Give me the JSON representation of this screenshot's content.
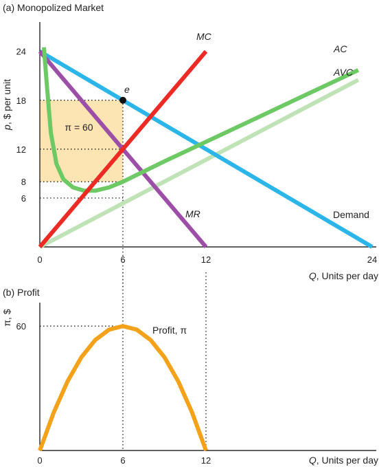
{
  "chart_data": [
    {
      "type": "line",
      "title": "(a) Monopolized Market",
      "xlabel": {
        "var": "Q",
        "rest": ", Units per day"
      },
      "ylabel": {
        "var": "p",
        "rest": ", $ per unit"
      },
      "xlim": [
        0,
        24
      ],
      "ylim": [
        0,
        26
      ],
      "xticks": [
        0,
        6,
        12,
        24
      ],
      "yticks": [
        6,
        8,
        12,
        18,
        24
      ],
      "colors": {
        "demand": "#2bb5e8",
        "mc": "#ee2a24",
        "mr": "#9d4fa8",
        "ac": "#6cc964",
        "avc": "#bfe3b6",
        "profit_area": "#fde4b3",
        "equilibrium": "#111111"
      },
      "series": [
        {
          "name": "Demand",
          "color_key": "demand",
          "points": [
            [
              0,
              24
            ],
            [
              24,
              0
            ]
          ]
        },
        {
          "name": "MC",
          "color_key": "mc",
          "points": [
            [
              0,
              0
            ],
            [
              12,
              24
            ]
          ]
        },
        {
          "name": "MR",
          "color_key": "mr",
          "points": [
            [
              0,
              24
            ],
            [
              12,
              0
            ]
          ]
        },
        {
          "name": "AC",
          "color_key": "ac",
          "points": [
            [
              0.3,
              24.5
            ],
            [
              0.5,
              20
            ],
            [
              0.8,
              14
            ],
            [
              1.2,
              10.2
            ],
            [
              1.7,
              8.3
            ],
            [
              2.4,
              7.3
            ],
            [
              3.2,
              6.9
            ],
            [
              4,
              6.9
            ],
            [
              5,
              7.3
            ],
            [
              6,
              8
            ],
            [
              9,
              10.5
            ],
            [
              12,
              12.9
            ],
            [
              15,
              15.3
            ],
            [
              18,
              17.7
            ],
            [
              21.5,
              20.5
            ],
            [
              23,
              21.7
            ]
          ]
        },
        {
          "name": "AVC",
          "color_key": "avc",
          "points": [
            [
              0,
              0
            ],
            [
              23,
              20.5
            ]
          ]
        }
      ],
      "annotations": {
        "equilibrium_label": "e",
        "equilibrium_point": [
          6,
          18
        ],
        "profit_label": "π = 60",
        "profit_rect": {
          "x": [
            0,
            6
          ],
          "y": [
            8,
            18
          ]
        },
        "guide_prices": [
          18,
          12,
          8,
          6
        ],
        "guide_quantity": 6
      }
    },
    {
      "type": "line",
      "title": "(b) Profit",
      "xlabel": {
        "var": "Q",
        "rest": ", Units per day"
      },
      "ylabel": "π, $",
      "xlim": [
        0,
        24
      ],
      "ylim": [
        0,
        70
      ],
      "xticks": [
        0,
        6,
        12
      ],
      "yticks": [
        60
      ],
      "colors": {
        "profit": "#f5a21b"
      },
      "series": [
        {
          "name": "Profit, π",
          "color_key": "profit",
          "points": [
            [
              0,
              0
            ],
            [
              1,
              18.3
            ],
            [
              2,
              33.3
            ],
            [
              3,
              45
            ],
            [
              4,
              53.3
            ],
            [
              5,
              58.3
            ],
            [
              6,
              60
            ],
            [
              7,
              58.3
            ],
            [
              8,
              53.3
            ],
            [
              9,
              45
            ],
            [
              10,
              33.3
            ],
            [
              11,
              18.3
            ],
            [
              12,
              0
            ]
          ]
        }
      ],
      "annotations": {
        "guide_quantities": [
          6,
          12
        ],
        "guide_value": 60
      }
    }
  ]
}
